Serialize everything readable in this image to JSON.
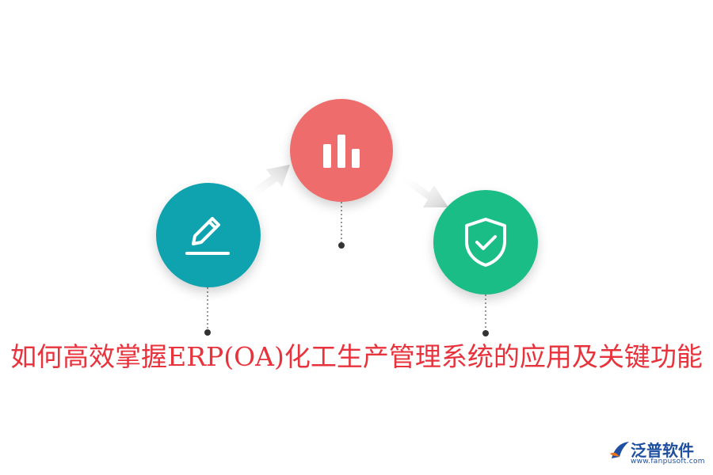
{
  "title": "如何高效掌握ERP(OA)化工生产管理系统的应用及关键功能",
  "logo": {
    "name": "泛普软件",
    "url": "www.fanpusoft.com"
  },
  "nodes": [
    {
      "icon": "pencil-icon",
      "color": "#0EA3AF"
    },
    {
      "icon": "bar-chart-icon",
      "color": "#EE6C6C"
    },
    {
      "icon": "shield-check-icon",
      "color": "#1BBD87"
    }
  ],
  "colors": {
    "title": "#E8323C",
    "arrow": "#D4D4D4",
    "connector": "#333333",
    "logo_text": "#1E4FA0",
    "logo_accent": "#E8731E"
  }
}
